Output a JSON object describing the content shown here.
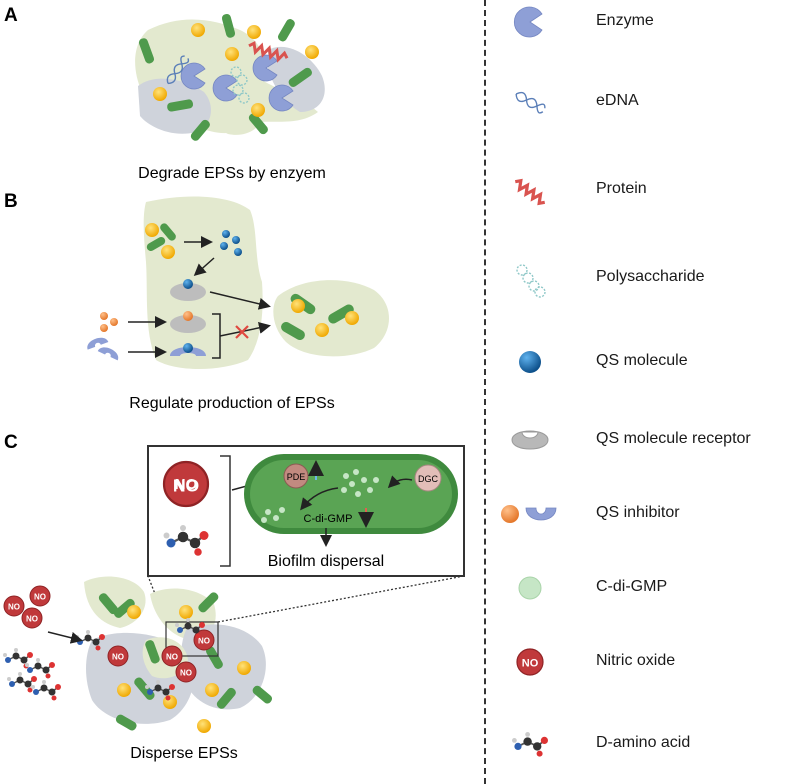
{
  "panels": {
    "a": {
      "letter": "A",
      "caption": "Degrade EPSs by enzyem"
    },
    "b": {
      "letter": "B",
      "caption": "Regulate production of EPSs"
    },
    "c": {
      "letter": "C",
      "caption": "Disperse EPSs",
      "inset_title": "Biofilm dispersal",
      "no_label": "NO",
      "pde_label": "PDE",
      "dgc_label": "DGC",
      "cdigmp_label": "C-di-GMP"
    }
  },
  "legend": {
    "items": [
      {
        "icon": "enzyme-icon",
        "label": "Enzyme"
      },
      {
        "icon": "edna-icon",
        "label": "eDNA"
      },
      {
        "icon": "protein-icon",
        "label": "Protein"
      },
      {
        "icon": "polysaccharide-icon",
        "label": "Polysaccharide"
      },
      {
        "icon": "qs-molecule-icon",
        "label": "QS molecule"
      },
      {
        "icon": "qs-receptor-icon",
        "label": "QS molecule receptor"
      },
      {
        "icon": "qs-inhibitor-icon",
        "label": "QS inhibitor"
      },
      {
        "icon": "c-di-gmp-icon",
        "label": "C-di-GMP"
      },
      {
        "icon": "nitric-oxide-icon",
        "label": "Nitric oxide",
        "badge": "NO"
      },
      {
        "icon": "d-amino-acid-icon",
        "label": "D-amino acid"
      }
    ]
  },
  "colors": {
    "matrix_green": "#e3e9cf",
    "matrix_gray": "#cfd3db",
    "bacteria": "#4f9a4c",
    "enzyme": "#8e9fd6",
    "sphere": "#f2b51e",
    "qs_blue": "#1f74b8",
    "no_red": "#c0393b",
    "protein": "#d9534f",
    "cdigmp": "#c6e6c6"
  }
}
